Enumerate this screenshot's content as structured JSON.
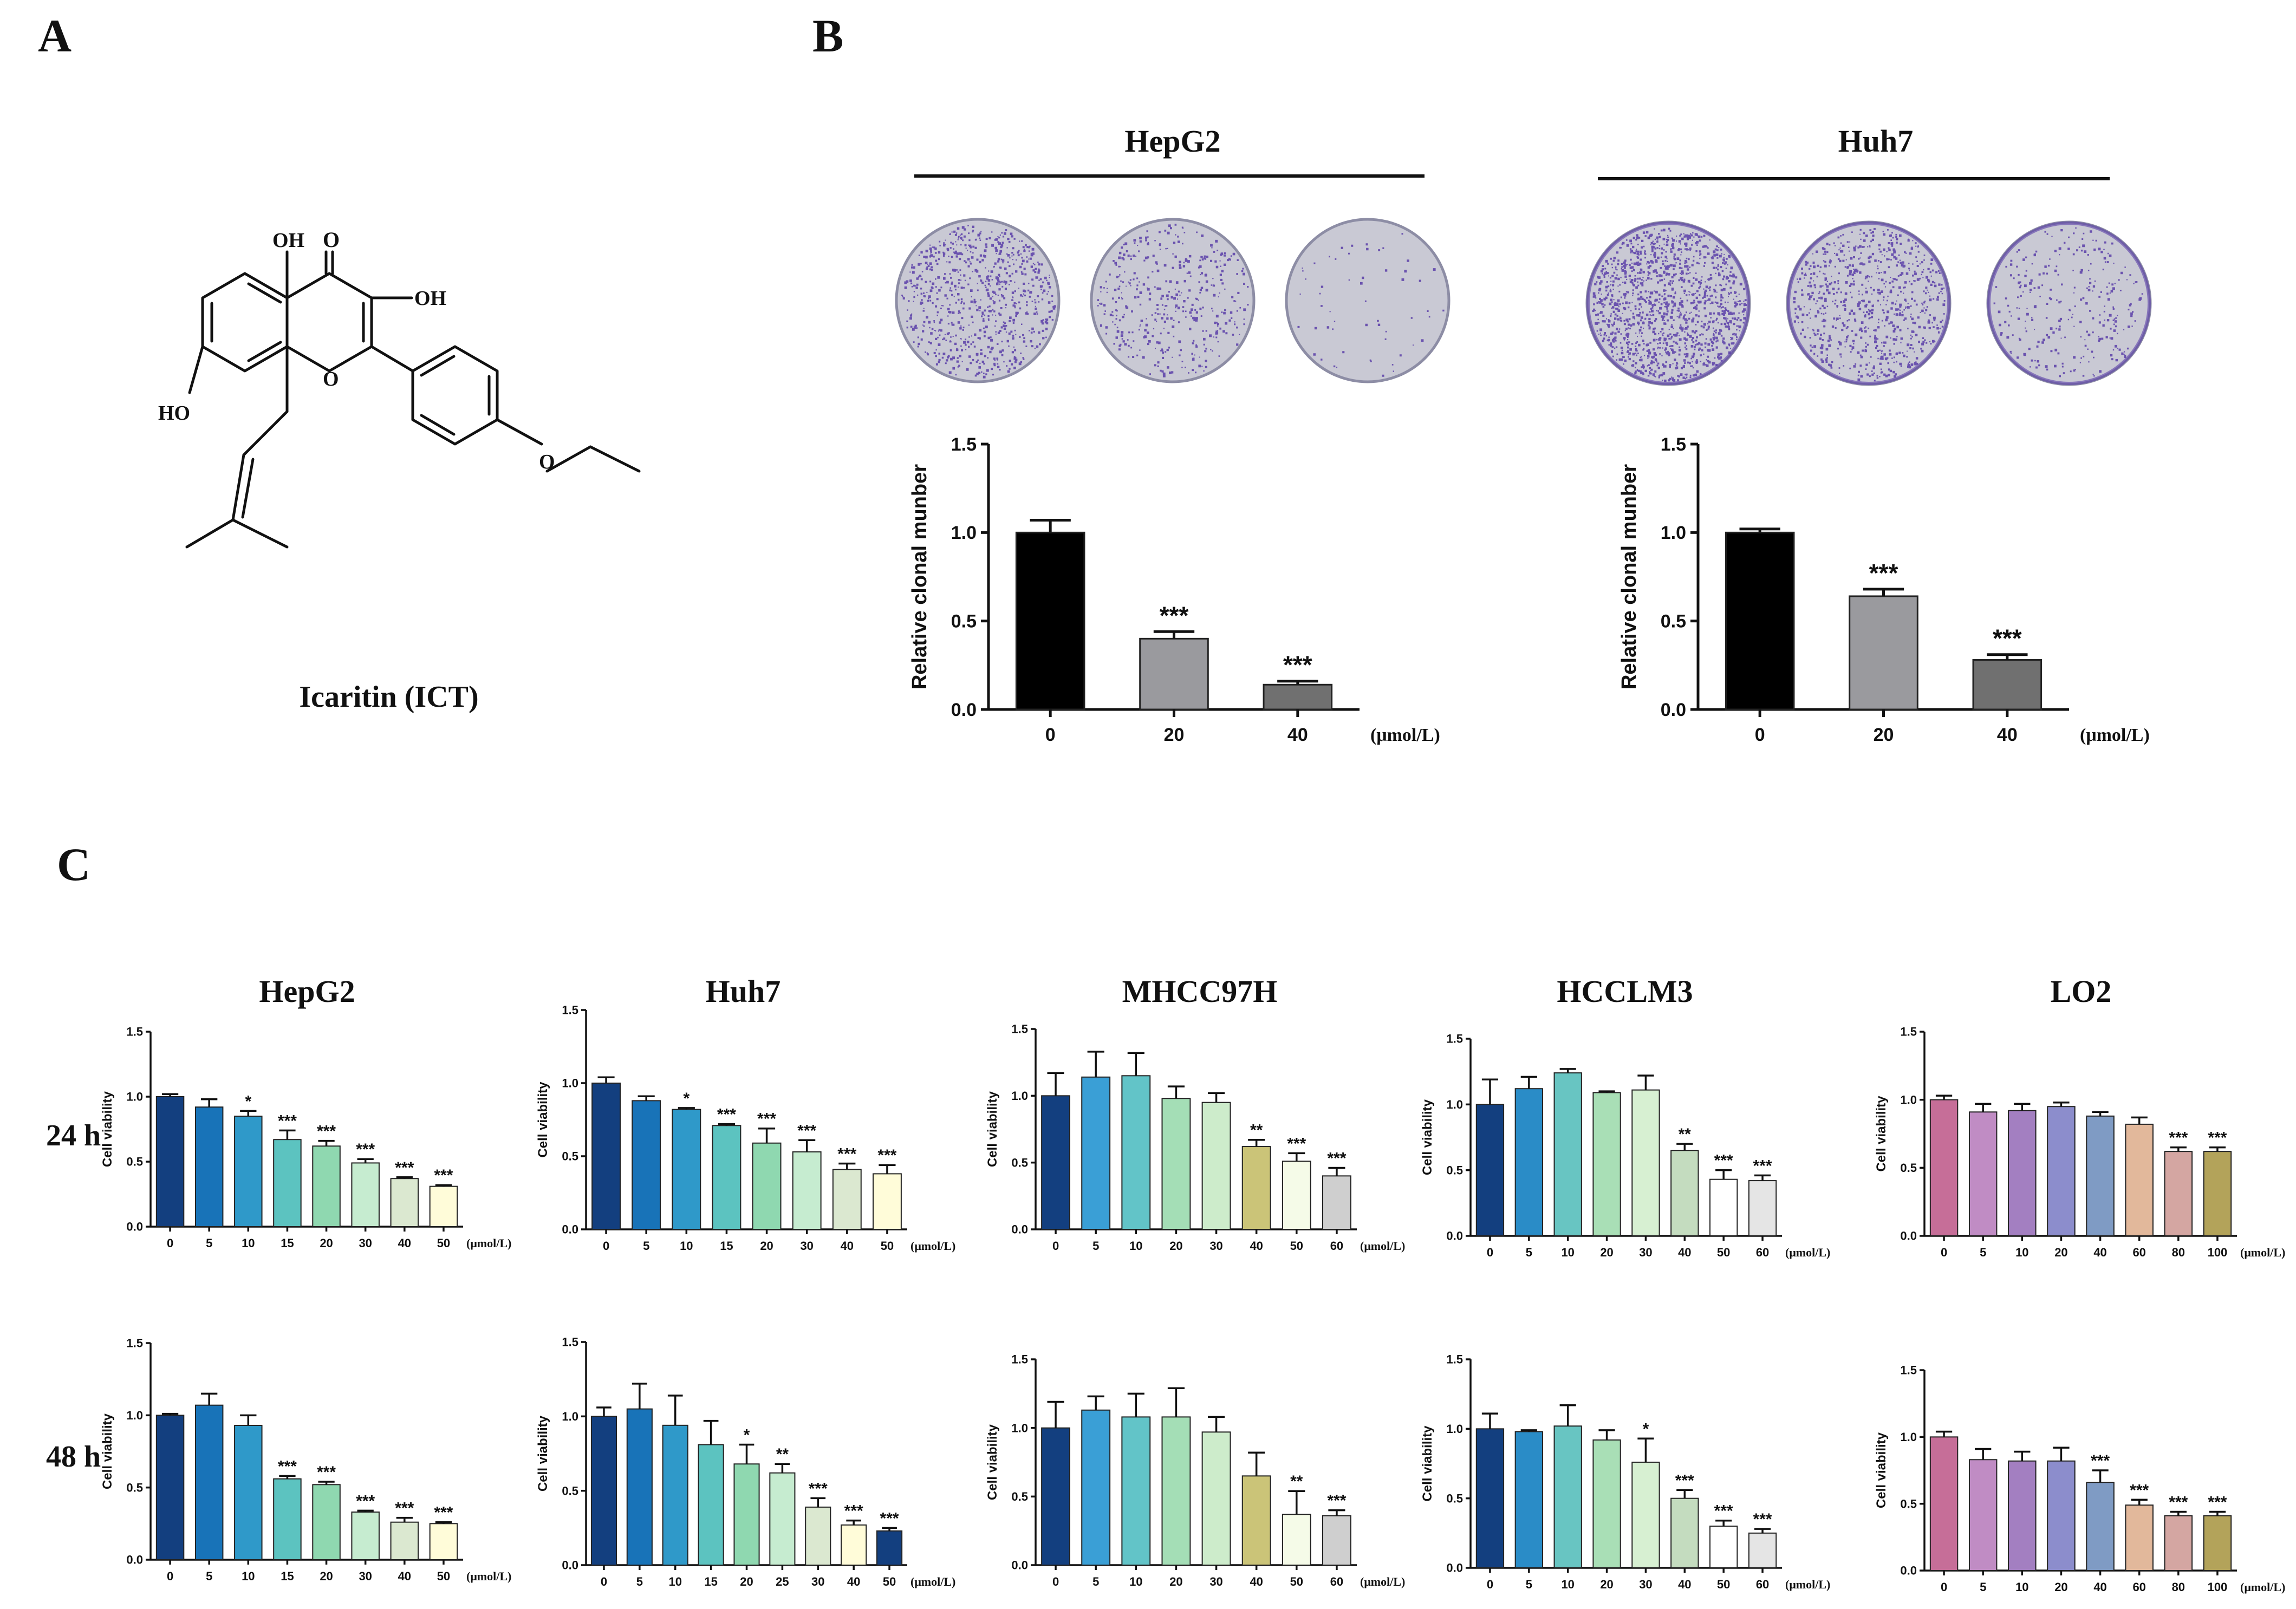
{
  "panels": {
    "a": "A",
    "b": "B",
    "c": "C"
  },
  "panel_a": {
    "compound_name": "Icaritin (ICT)",
    "atom_labels": {
      "oh_top": "OH",
      "o_keto": "O",
      "oh_right": "OH",
      "ho_left": "HO",
      "o_ring": "O",
      "o_methoxy": "O"
    }
  },
  "panel_b": {
    "cell_lines": [
      "HepG2",
      "Huh7"
    ],
    "plates": {
      "HepG2": [
        {
          "dose": "0",
          "density": 0.55
        },
        {
          "dose": "20",
          "density": 0.3
        },
        {
          "dose": "40",
          "density": 0.04
        }
      ],
      "Huh7": [
        {
          "dose": "0",
          "density": 0.95
        },
        {
          "dose": "20",
          "density": 0.55
        },
        {
          "dose": "40",
          "density": 0.2
        }
      ]
    }
  },
  "panel_c": {
    "row_labels": [
      "24 h",
      "48 h"
    ],
    "column_titles": [
      "HepG2",
      "Huh7",
      "MHCC97H",
      "HCCLM3",
      "LO2"
    ]
  },
  "colors": {
    "black": "#000000",
    "grey_mid": "#9a9a9e",
    "grey_dark": "#707070",
    "stain": "#5a3ea8",
    "plate_bg": "#c9c9d4",
    "hcc_palette": [
      "#133f7f",
      "#1873b8",
      "#2f99c9",
      "#5cc3c0",
      "#8fd8b0",
      "#c6ecd0",
      "#dbe8d0",
      "#fffcd9"
    ],
    "mhcc_palette": [
      "#133f7f",
      "#3a9fd6",
      "#62c4c8",
      "#a4deb6",
      "#cdeccb",
      "#cbc478",
      "#f5fbe8",
      "#cfcfcf"
    ],
    "hcclm3_palette": [
      "#133f7f",
      "#2a8cc7",
      "#68c5c2",
      "#a9dfb6",
      "#d7f0d2",
      "#c4dcbf",
      "#ffffff",
      "#e5e5e5"
    ],
    "lo2_palette": [
      "#c66e98",
      "#c08cc4",
      "#a37fc1",
      "#8c8dcc",
      "#7f9bc4",
      "#e2b89b",
      "#d4a6a2",
      "#b3a35a"
    ]
  },
  "chart_data": [
    {
      "id": "b-hepg2",
      "type": "bar",
      "title": "",
      "xlabel": "",
      "ylabel": "Relative clonal munber",
      "unit": "(μmol/L)",
      "categories": [
        "0",
        "20",
        "40"
      ],
      "values": [
        1.0,
        0.4,
        0.14
      ],
      "errors": [
        0.07,
        0.04,
        0.02
      ],
      "sig": [
        "",
        "***",
        "***"
      ],
      "ylim": [
        0,
        1.5
      ],
      "yticks": [
        "0.0",
        "0.5",
        "1.0",
        "1.5"
      ]
    },
    {
      "id": "b-huh7",
      "type": "bar",
      "title": "",
      "xlabel": "",
      "ylabel": "Relative clonal munber",
      "unit": "(μmol/L)",
      "categories": [
        "0",
        "20",
        "40"
      ],
      "values": [
        1.0,
        0.64,
        0.28
      ],
      "errors": [
        0.02,
        0.04,
        0.03
      ],
      "sig": [
        "",
        "***",
        "***"
      ],
      "ylim": [
        0,
        1.5
      ],
      "yticks": [
        "0.0",
        "0.5",
        "1.0",
        "1.5"
      ]
    },
    {
      "id": "c-24-hepg2",
      "type": "bar",
      "ylabel": "Cell viability",
      "unit": "(μmol/L)",
      "categories": [
        "0",
        "5",
        "10",
        "15",
        "20",
        "30",
        "40",
        "50"
      ],
      "values": [
        1.0,
        0.92,
        0.85,
        0.67,
        0.62,
        0.49,
        0.37,
        0.31
      ],
      "errors": [
        0.02,
        0.06,
        0.04,
        0.07,
        0.04,
        0.03,
        0.01,
        0.01
      ],
      "sig": [
        "",
        "",
        "*",
        "***",
        "***",
        "***",
        "***",
        "***"
      ],
      "ylim": [
        0,
        1.5
      ],
      "yticks": [
        "0.0",
        "0.5",
        "1.0",
        "1.5"
      ]
    },
    {
      "id": "c-24-huh7",
      "type": "bar",
      "ylabel": "Cell viability",
      "unit": "(μmol/L)",
      "categories": [
        "0",
        "5",
        "10",
        "15",
        "20",
        "30",
        "40",
        "50"
      ],
      "values": [
        1.0,
        0.88,
        0.82,
        0.71,
        0.59,
        0.53,
        0.41,
        0.38
      ],
      "errors": [
        0.04,
        0.03,
        0.01,
        0.01,
        0.1,
        0.08,
        0.04,
        0.06
      ],
      "sig": [
        "",
        "",
        "*",
        "***",
        "***",
        "***",
        "***",
        "***"
      ],
      "ylim": [
        0,
        1.5
      ],
      "yticks": [
        "0.0",
        "0.5",
        "1.0",
        "1.5"
      ]
    },
    {
      "id": "c-24-mhcc97h",
      "type": "bar",
      "ylabel": "Cell viability",
      "unit": "(μmol/L)",
      "categories": [
        "0",
        "5",
        "10",
        "20",
        "30",
        "40",
        "50",
        "60"
      ],
      "values": [
        1.0,
        1.14,
        1.15,
        0.98,
        0.95,
        0.62,
        0.51,
        0.4
      ],
      "errors": [
        0.17,
        0.19,
        0.17,
        0.09,
        0.07,
        0.05,
        0.06,
        0.06
      ],
      "sig": [
        "",
        "",
        "",
        "",
        "",
        "**",
        "***",
        "***"
      ],
      "ylim": [
        0,
        1.5
      ],
      "yticks": [
        "0.0",
        "0.5",
        "1.0",
        "1.5"
      ]
    },
    {
      "id": "c-24-hcclm3",
      "type": "bar",
      "ylabel": "Cell viability",
      "unit": "(μmol/L)",
      "categories": [
        "0",
        "5",
        "10",
        "20",
        "30",
        "40",
        "50",
        "60"
      ],
      "values": [
        1.0,
        1.12,
        1.24,
        1.09,
        1.11,
        0.65,
        0.43,
        0.42
      ],
      "errors": [
        0.19,
        0.09,
        0.03,
        0.01,
        0.11,
        0.05,
        0.07,
        0.04
      ],
      "sig": [
        "",
        "",
        "",
        "",
        "",
        "**",
        "***",
        "***"
      ],
      "ylim": [
        0,
        1.5
      ],
      "yticks": [
        "0.0",
        "0.5",
        "1.0",
        "1.5"
      ]
    },
    {
      "id": "c-24-lo2",
      "type": "bar",
      "ylabel": "Cell viability",
      "unit": "(μmol/L)",
      "categories": [
        "0",
        "5",
        "10",
        "20",
        "40",
        "60",
        "80",
        "100"
      ],
      "values": [
        1.0,
        0.91,
        0.92,
        0.95,
        0.88,
        0.82,
        0.62,
        0.62
      ],
      "errors": [
        0.03,
        0.06,
        0.05,
        0.03,
        0.03,
        0.05,
        0.03,
        0.03
      ],
      "sig": [
        "",
        "",
        "",
        "",
        "",
        "",
        "***",
        "***"
      ],
      "ylim": [
        0,
        1.5
      ],
      "yticks": [
        "0.0",
        "0.5",
        "1.0",
        "1.5"
      ]
    },
    {
      "id": "c-48-hepg2",
      "type": "bar",
      "ylabel": "Cell viability",
      "unit": "(μmol/L)",
      "categories": [
        "0",
        "5",
        "10",
        "15",
        "20",
        "30",
        "40",
        "50"
      ],
      "values": [
        1.0,
        1.07,
        0.93,
        0.56,
        0.52,
        0.33,
        0.26,
        0.25
      ],
      "errors": [
        0.01,
        0.08,
        0.07,
        0.02,
        0.02,
        0.01,
        0.03,
        0.01
      ],
      "sig": [
        "",
        "",
        "",
        "***",
        "***",
        "***",
        "***",
        "***"
      ],
      "ylim": [
        0,
        1.5
      ],
      "yticks": [
        "0.0",
        "0.5",
        "1.0",
        "1.5"
      ]
    },
    {
      "id": "c-48-huh7",
      "type": "bar",
      "ylabel": "Cell viability",
      "unit": "(μmol/L)",
      "categories": [
        "0",
        "5",
        "10",
        "15",
        "20",
        "25",
        "30",
        "40",
        "50"
      ],
      "values": [
        1.0,
        1.05,
        0.94,
        0.81,
        0.68,
        0.62,
        0.39,
        0.27,
        0.23
      ],
      "errors": [
        0.06,
        0.17,
        0.2,
        0.16,
        0.13,
        0.06,
        0.06,
        0.03,
        0.02
      ],
      "sig": [
        "",
        "",
        "",
        "",
        "*",
        "**",
        "***",
        "***",
        "***"
      ],
      "ylim": [
        0,
        1.5
      ],
      "yticks": [
        "0.0",
        "0.5",
        "1.0",
        "1.5"
      ]
    },
    {
      "id": "c-48-mhcc97h",
      "type": "bar",
      "ylabel": "Cell viability",
      "unit": "(μmol/L)",
      "categories": [
        "0",
        "5",
        "10",
        "20",
        "30",
        "40",
        "50",
        "60"
      ],
      "values": [
        1.0,
        1.13,
        1.08,
        1.08,
        0.97,
        0.65,
        0.37,
        0.36
      ],
      "errors": [
        0.19,
        0.1,
        0.17,
        0.21,
        0.11,
        0.17,
        0.17,
        0.04
      ],
      "sig": [
        "",
        "",
        "",
        "",
        "",
        "",
        "**",
        "***"
      ],
      "ylim": [
        0,
        1.5
      ],
      "yticks": [
        "0.0",
        "0.5",
        "1.0",
        "1.5"
      ]
    },
    {
      "id": "c-48-hcclm3",
      "type": "bar",
      "ylabel": "Cell viability",
      "unit": "(μmol/L)",
      "categories": [
        "0",
        "5",
        "10",
        "20",
        "30",
        "40",
        "50",
        "60"
      ],
      "values": [
        1.0,
        0.98,
        1.02,
        0.92,
        0.76,
        0.5,
        0.3,
        0.25
      ],
      "errors": [
        0.11,
        0.01,
        0.15,
        0.07,
        0.17,
        0.06,
        0.04,
        0.03
      ],
      "sig": [
        "",
        "",
        "",
        "",
        "*",
        "***",
        "***",
        "***"
      ],
      "ylim": [
        0,
        1.5
      ],
      "yticks": [
        "0.0",
        "0.5",
        "1.0",
        "1.5"
      ]
    },
    {
      "id": "c-48-lo2",
      "type": "bar",
      "ylabel": "Cell viability",
      "unit": "(μmol/L)",
      "categories": [
        "0",
        "5",
        "10",
        "20",
        "40",
        "60",
        "80",
        "100"
      ],
      "values": [
        1.0,
        0.83,
        0.82,
        0.82,
        0.66,
        0.49,
        0.41,
        0.41
      ],
      "errors": [
        0.04,
        0.08,
        0.07,
        0.1,
        0.09,
        0.04,
        0.03,
        0.03
      ],
      "sig": [
        "",
        "",
        "",
        "",
        "***",
        "***",
        "***",
        "***"
      ],
      "ylim": [
        0,
        1.5
      ],
      "yticks": [
        "0.0",
        "0.5",
        "1.0",
        "1.5"
      ]
    }
  ]
}
